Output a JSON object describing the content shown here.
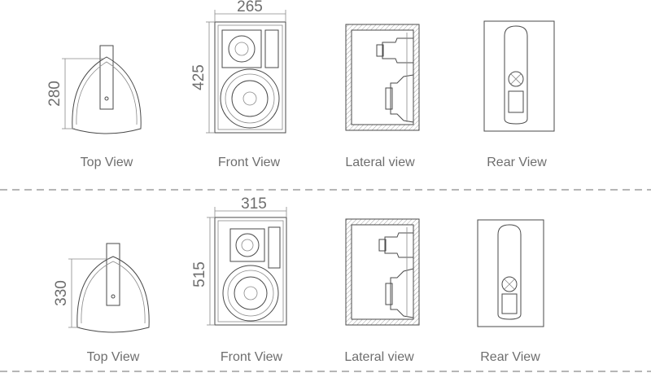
{
  "rows": [
    {
      "top_view_label": "Top View",
      "front_view_label": "Front View",
      "lateral_view_label": "Lateral view",
      "rear_view_label": "Rear View",
      "height_dim": "280",
      "front_width_dim": "265",
      "front_height_dim": "425"
    },
    {
      "top_view_label": "Top View",
      "front_view_label": "Front View",
      "lateral_view_label": "Lateral view",
      "rear_view_label": "Rear View",
      "height_dim": "330",
      "front_width_dim": "315",
      "front_height_dim": "515"
    }
  ]
}
